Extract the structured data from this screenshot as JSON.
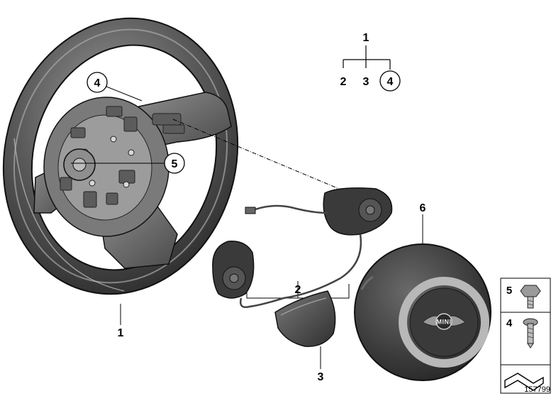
{
  "callouts": {
    "wheel": "1",
    "cover": "3",
    "airbag": "6",
    "button_set": "2",
    "wheel_screw_4": "4",
    "wheel_bolt_5": "5"
  },
  "tree": {
    "root": "1",
    "children": [
      "2",
      "3",
      "4"
    ]
  },
  "legend": {
    "items": [
      {
        "num": "5",
        "icon": "hex-bolt-icon"
      },
      {
        "num": "4",
        "icon": "torx-screw-icon"
      }
    ],
    "bottom_icon": "shim-icon"
  },
  "badge_text": "MINI",
  "image_number": "157799",
  "colors": {
    "rim": "#3a3a3a",
    "rim_highlight": "#8a8a8a",
    "hub": "#6e6e6e",
    "airbag": "#3c3c3c",
    "ring": "#b5b5b5"
  }
}
